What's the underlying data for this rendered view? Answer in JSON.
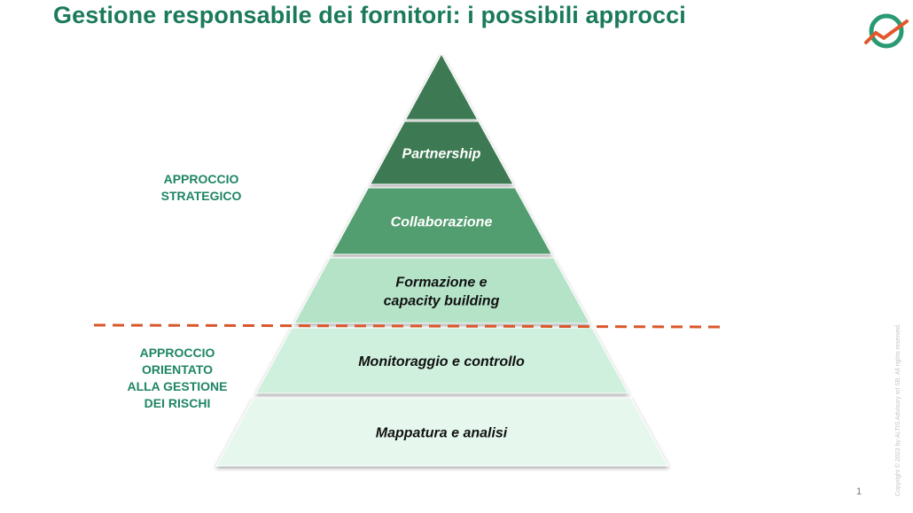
{
  "slide": {
    "title": "Gestione responsabile dei fornitori: i possibili approcci",
    "page_number": "1",
    "copyright": "Copyright © 2023 by ALTIS Advisory srl SB. All rights reserved."
  },
  "labels": {
    "strategic": [
      "APPROCCIO",
      "STRATEGICO"
    ],
    "risk": [
      "APPROCCIO",
      "ORIENTATO",
      "ALLA GESTIONE",
      "DEI RISCHI"
    ]
  },
  "pyramid": {
    "tiers": [
      {
        "lines": [],
        "fill": "#3e7a53",
        "text_color": "#ffffff"
      },
      {
        "lines": [
          "Partnership"
        ],
        "fill": "#3e7a53",
        "text_color": "#ffffff"
      },
      {
        "lines": [
          "Collaborazione"
        ],
        "fill": "#529e70",
        "text_color": "#ffffff"
      },
      {
        "lines": [
          "Formazione e",
          "capacity building"
        ],
        "fill": "#b4e3c8",
        "text_color": "#111111"
      },
      {
        "lines": [
          "Monitoraggio e controllo"
        ],
        "fill": "#cff0dd",
        "text_color": "#111111"
      },
      {
        "lines": [
          "Mappatura e analisi"
        ],
        "fill": "#e6f8ee",
        "text_color": "#111111"
      }
    ]
  },
  "colors": {
    "title": "#1b7a5b",
    "label": "#1e8565",
    "divider": "#d9582b",
    "logo_green": "#2a9a73",
    "logo_orange": "#e2572b"
  },
  "icons": {
    "logo": "altis-logo-icon"
  }
}
